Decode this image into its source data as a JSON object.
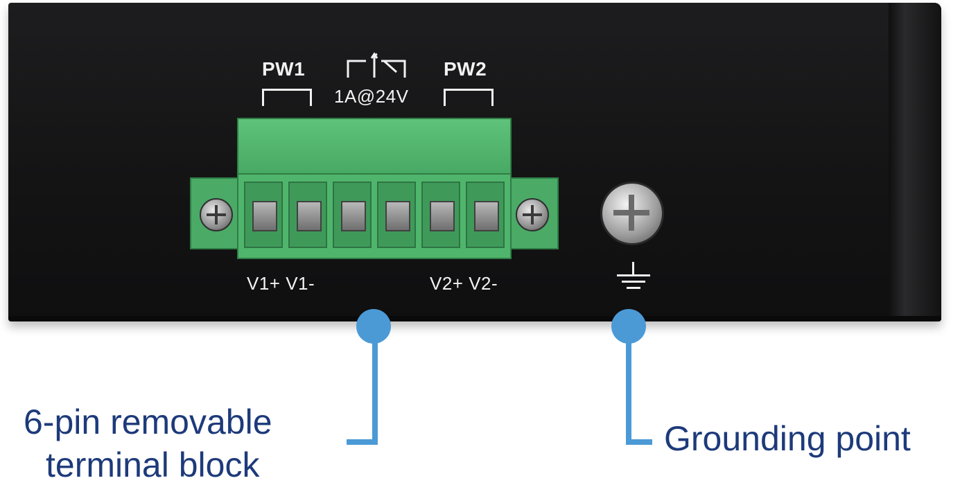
{
  "device_labels": {
    "pw1": "PW1",
    "pw2": "PW2",
    "relay": "1A@24V",
    "v1": "V1+ V1-",
    "v2": "V2+ V2-"
  },
  "callouts": {
    "terminal_line1": "6-pin removable",
    "terminal_line2": "terminal block",
    "grounding": "Grounding point"
  },
  "colors": {
    "callout_blue": "#4b9ad6",
    "callout_text": "#1d3a7a",
    "terminal_green": "#4fb56c",
    "panel_black": "#151516"
  },
  "icons": [
    "relay-icon",
    "ground-symbol-icon"
  ]
}
